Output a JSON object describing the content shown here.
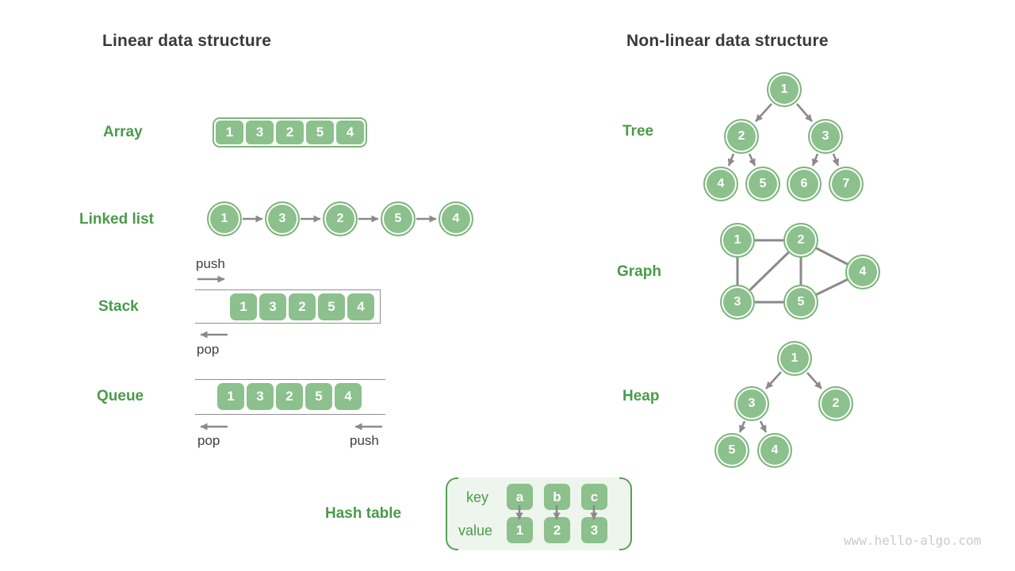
{
  "diagram": {
    "watermark": "www.hello-algo.com"
  },
  "colors": {
    "node_fill": "#8cc08c",
    "node_border": "#7db67d",
    "label_green": "#4a9b4a",
    "heading_dark": "#3a3a3a",
    "arrow_gray": "#8a8a8a",
    "hash_bg": "#edf5ed",
    "hash_bracket": "#58a058",
    "watermark_gray": "#cbcbcb"
  },
  "linear": {
    "title": "Linear data structure",
    "array": {
      "label": "Array",
      "values": [
        "1",
        "3",
        "2",
        "5",
        "4"
      ]
    },
    "linked_list": {
      "label": "Linked list",
      "values": [
        "1",
        "3",
        "2",
        "5",
        "4"
      ]
    },
    "stack": {
      "label": "Stack",
      "values": [
        "1",
        "3",
        "2",
        "5",
        "4"
      ],
      "push_label": "push",
      "pop_label": "pop"
    },
    "queue": {
      "label": "Queue",
      "values": [
        "1",
        "3",
        "2",
        "5",
        "4"
      ],
      "pop_label": "pop",
      "push_label": "push"
    },
    "hash_table": {
      "label": "Hash table",
      "key_label": "key",
      "value_label": "value",
      "keys": [
        "a",
        "b",
        "c"
      ],
      "values": [
        "1",
        "2",
        "3"
      ]
    }
  },
  "nonlinear": {
    "title": "Non-linear data structure",
    "tree": {
      "label": "Tree",
      "nodes": [
        "1",
        "2",
        "3",
        "4",
        "5",
        "6",
        "7"
      ]
    },
    "graph": {
      "label": "Graph",
      "nodes": [
        "1",
        "2",
        "3",
        "4",
        "5"
      ]
    },
    "heap": {
      "label": "Heap",
      "nodes": [
        "1",
        "3",
        "2",
        "5",
        "4"
      ]
    }
  }
}
